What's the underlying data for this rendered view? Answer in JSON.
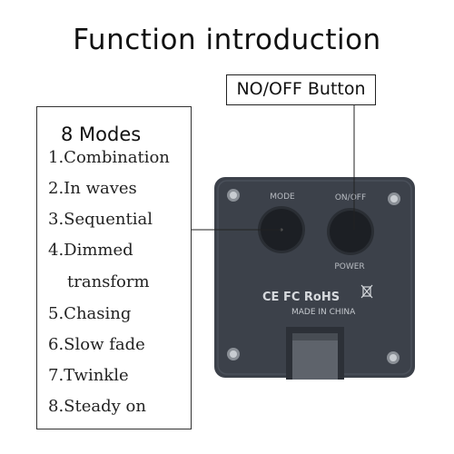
{
  "title": "Function introduction",
  "callout": {
    "label": "NO/OFF Button"
  },
  "modes": {
    "heading": "8 Modes",
    "items": [
      "1.Combination",
      "2.In waves",
      "3.Sequential",
      "4.Dimmed",
      "transform",
      "5.Chasing",
      "6.Slow fade",
      "7.Twinkle",
      "8.Steady on"
    ]
  },
  "device": {
    "mode_label": "MODE",
    "power_button_label": "ON/OFF",
    "power_label": "POWER",
    "cert_marks": "CE FC RoHS",
    "origin": "MADE IN CHINA",
    "body_color": "#3c414a"
  }
}
